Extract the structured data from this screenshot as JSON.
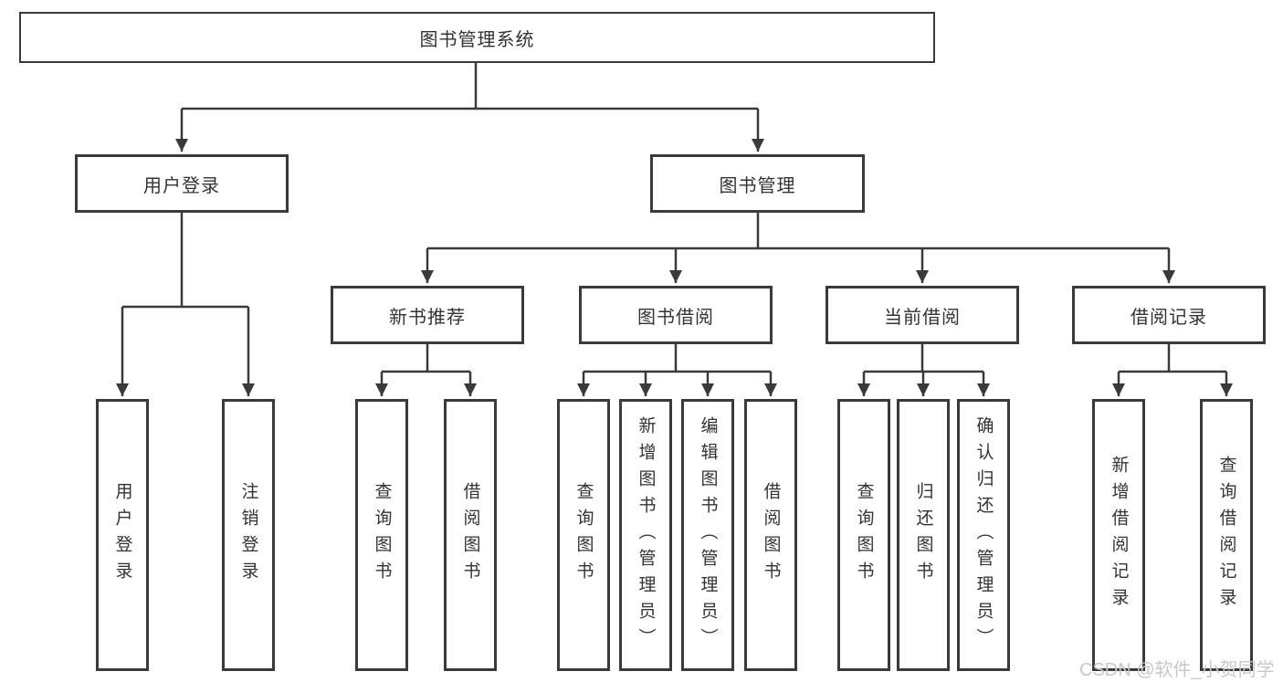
{
  "colors": {
    "line": "#3a3a3a",
    "text": "#333333",
    "box_fill": "#ffffff",
    "watermark": "#c8c8c8"
  },
  "tree": {
    "root": {
      "label": "图书管理系统"
    },
    "branches": [
      {
        "label": "用户登录",
        "children": [
          {
            "label": "用户登录"
          },
          {
            "label": "注销登录"
          }
        ]
      },
      {
        "label": "图书管理",
        "children": [
          {
            "label": "新书推荐",
            "children": [
              {
                "label": "查询图书"
              },
              {
                "label": "借阅图书"
              }
            ]
          },
          {
            "label": "图书借阅",
            "children": [
              {
                "label": "查询图书"
              },
              {
                "label": "新增图书（管理员）"
              },
              {
                "label": "编辑图书（管理员）"
              },
              {
                "label": "借阅图书"
              }
            ]
          },
          {
            "label": "当前借阅",
            "children": [
              {
                "label": "查询图书"
              },
              {
                "label": "归还图书"
              },
              {
                "label": "确认归还（管理员）"
              }
            ]
          },
          {
            "label": "借阅记录",
            "children": [
              {
                "label": "新增借阅记录"
              },
              {
                "label": "查询借阅记录"
              }
            ]
          }
        ]
      }
    ]
  },
  "watermark": {
    "text": "CSDN @软件_小贺同学"
  }
}
